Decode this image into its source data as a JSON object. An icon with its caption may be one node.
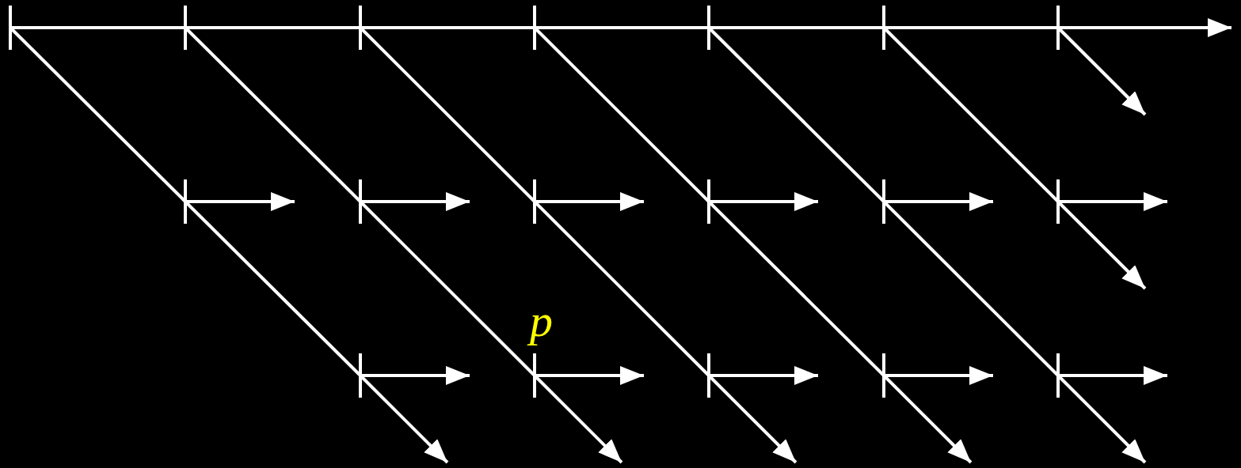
{
  "diagram": {
    "nodes": [
      {
        "text": [],
        "shape": "bar"
      },
      {
        "text": [],
        "shape": "bar"
      },
      {
        "text": [],
        "shape": "bar"
      },
      {
        "text": [],
        "shape": "bar"
      },
      {
        "text": [],
        "shape": "bar"
      },
      {
        "text": [],
        "shape": "bar"
      },
      {
        "text": [],
        "shape": "bar"
      },
      {
        "text": [],
        "shape": "bar"
      },
      {
        "text": [],
        "shape": "bar"
      },
      {
        "text": [],
        "shape": "bar"
      },
      {
        "text": [],
        "shape": "bar"
      },
      {
        "text": [],
        "shape": "bar"
      },
      {
        "text": [],
        "shape": "bar"
      },
      {
        "text": [],
        "shape": "bar"
      },
      {
        "text": [],
        "shape": "bar",
        "beside": [
          "p"
        ]
      },
      {
        "text": [],
        "shape": "bar"
      },
      {
        "text": [],
        "shape": "bar"
      },
      {
        "text": [],
        "shape": "bar"
      }
    ],
    "edges": [
      {
        "from": 0,
        "to": 1,
        "arrow": "none"
      },
      {
        "from": 1,
        "to": 2,
        "arrow": "none"
      },
      {
        "from": 2,
        "to": 3,
        "arrow": "none"
      },
      {
        "from": 3,
        "to": 4,
        "arrow": "none"
      },
      {
        "from": 4,
        "to": 5,
        "arrow": "none"
      },
      {
        "from": 5,
        "to": 6,
        "arrow": "none"
      },
      {
        "from": 6,
        "to": null,
        "arrow": "to"
      },
      {
        "from": 0,
        "to": 7,
        "arrow": "none"
      },
      {
        "from": 1,
        "to": 8,
        "arrow": "none"
      },
      {
        "from": 2,
        "to": 9,
        "arrow": "none"
      },
      {
        "from": 3,
        "to": 10,
        "arrow": "none"
      },
      {
        "from": 4,
        "to": 11,
        "arrow": "none"
      },
      {
        "from": 5,
        "to": 12,
        "arrow": "none"
      },
      {
        "from": 6,
        "to": null,
        "arrow": "to"
      },
      {
        "from": 7,
        "to": null,
        "arrow": "to"
      },
      {
        "from": 8,
        "to": null,
        "arrow": "to"
      },
      {
        "from": 9,
        "to": null,
        "arrow": "to"
      },
      {
        "from": 10,
        "to": null,
        "arrow": "to"
      },
      {
        "from": 11,
        "to": null,
        "arrow": "to"
      },
      {
        "from": 12,
        "to": null,
        "arrow": "to"
      },
      {
        "from": 7,
        "to": 13,
        "arrow": "none"
      },
      {
        "from": 8,
        "to": 14,
        "arrow": "none"
      },
      {
        "from": 9,
        "to": 15,
        "arrow": "none"
      },
      {
        "from": 10,
        "to": 16,
        "arrow": "none"
      },
      {
        "from": 11,
        "to": 17,
        "arrow": "none"
      },
      {
        "from": 12,
        "to": null,
        "arrow": "to"
      },
      {
        "from": 13,
        "to": null,
        "arrow": "to"
      },
      {
        "from": 14,
        "to": null,
        "arrow": "to"
      },
      {
        "from": 15,
        "to": null,
        "arrow": "to"
      },
      {
        "from": 16,
        "to": null,
        "arrow": "to"
      },
      {
        "from": 17,
        "to": null,
        "arrow": "to"
      },
      {
        "from": 13,
        "to": null,
        "arrow": "to"
      },
      {
        "from": 14,
        "to": null,
        "arrow": "to"
      },
      {
        "from": 15,
        "to": null,
        "arrow": "to"
      },
      {
        "from": 16,
        "to": null,
        "arrow": "to"
      },
      {
        "from": 17,
        "to": null,
        "arrow": "to"
      }
    ]
  }
}
